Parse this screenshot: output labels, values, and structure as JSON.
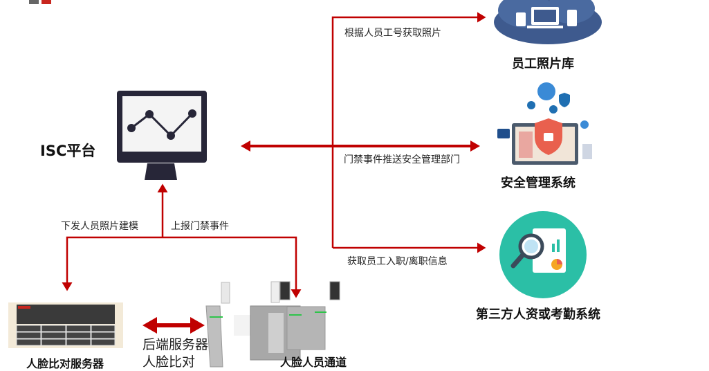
{
  "colors": {
    "arrow": "#c00000",
    "screen": "#272638",
    "teal": "#2bbfa6",
    "cloud": "#3e5a8e"
  },
  "nodes": {
    "isc": "ISC平台",
    "photo_library": "员工照片库",
    "security_system": "安全管理系统",
    "hr_system": "第三方人资或考勤系统",
    "face_server": "人脸比对服务器",
    "face_channel": "人脸人员通道"
  },
  "edges": {
    "get_photo": "根据人员工号获取照片",
    "push_events": "门禁事件推送安全管理部门",
    "get_employment": "获取员工入职/离职信息",
    "send_photo": "下发人员照片建模",
    "report_events": "上报门禁事件",
    "backend_line1": "后端服务器",
    "backend_line2": "人脸比对"
  }
}
